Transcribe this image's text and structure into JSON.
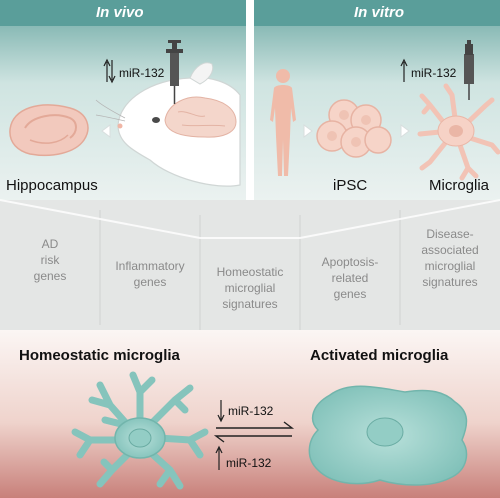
{
  "top": {
    "in_vivo_title": "In vivo",
    "in_vitro_title": "In vitro",
    "in_vivo_mir": "miR-132",
    "in_vitro_mir": "miR-132",
    "hippocampus_label": "Hippocampus",
    "ipsc_label": "iPSC",
    "microglia_label": "Microglia"
  },
  "genes": [
    {
      "line1": "AD",
      "line2": "risk",
      "line3": "genes"
    },
    {
      "line1": "Inflammatory",
      "line2": "genes",
      "line3": ""
    },
    {
      "line1": "Homeostatic",
      "line2": "microglial",
      "line3": "signatures"
    },
    {
      "line1": "Apoptosis-",
      "line2": "related",
      "line3": "genes"
    },
    {
      "line1": "Disease-",
      "line2": "associated",
      "line3": "microglial",
      "line4": "signatures"
    }
  ],
  "bottom": {
    "homeostatic_label": "Homeostatic microglia",
    "activated_label": "Activated microglia",
    "mir_down": "miR-132",
    "mir_up": "miR-132"
  },
  "colors": {
    "teal_header": "#5a9e9a",
    "teal_cell": "#8fcac3",
    "pink_cell": "#f6d3c8",
    "bottom_gradient_end": "#c8807a"
  }
}
